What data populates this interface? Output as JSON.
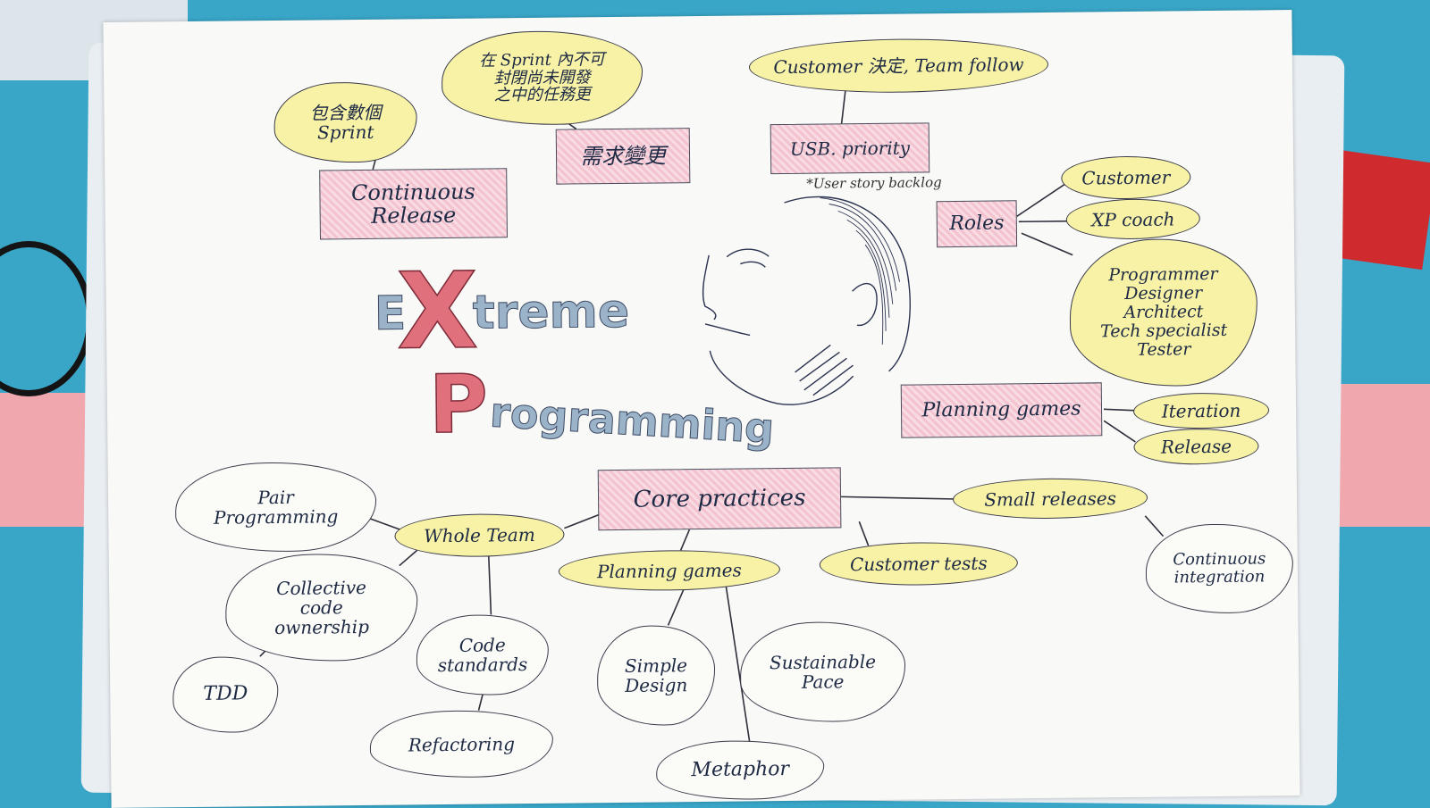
{
  "title": {
    "first_letter": "E",
    "big_x": "X",
    "rest": "treme",
    "p_letter": "P",
    "second_rest": "rogramming"
  },
  "nodes": {
    "continuous_release_rect": "Continuous\nRelease",
    "sprint_cloud": "包含數個\nSprint",
    "sprint_change_cloud": "在 Sprint 內不可\n封閉尚未開發\n之中的任務更",
    "requirement_change_rect": "需求變更",
    "customer_follow_oval": "Customer 決定, Team follow",
    "usb_priority_rect": "USB. priority",
    "user_story_note": "*User story backlog",
    "roles_rect": "Roles",
    "customer_oval": "Customer",
    "xp_coach_oval": "XP coach",
    "role_list_cloud": "Programmer\nDesigner\nArchitect\nTech specialist\nTester",
    "planning_games_rect": "Planning games",
    "iteration_oval": "Iteration",
    "release_oval": "Release",
    "core_practices_rect": "Core practices",
    "small_releases_oval": "Small releases",
    "continuous_integration_cloud": "Continuous\nintegration",
    "customer_tests_oval": "Customer tests",
    "planning_games_oval": "Planning games",
    "whole_team_oval": "Whole Team",
    "pair_programming_cloud": "Pair\nProgramming",
    "collective_code_cloud": "Collective\ncode\nownership",
    "tdd_cloud": "TDD",
    "code_standards_cloud": "Code\nstandards",
    "refactoring_cloud": "Refactoring",
    "simple_design_cloud": "Simple\nDesign",
    "sustainable_pace_cloud": "Sustainable\nPace",
    "metaphor_cloud": "Metaphor"
  },
  "colors": {
    "highlight_yellow": "#f7f2a6",
    "highlight_pink": "#f3c3d0",
    "ink": "#1e2a44",
    "title_blue": "#9ab3c9",
    "title_red": "#e0707c"
  }
}
